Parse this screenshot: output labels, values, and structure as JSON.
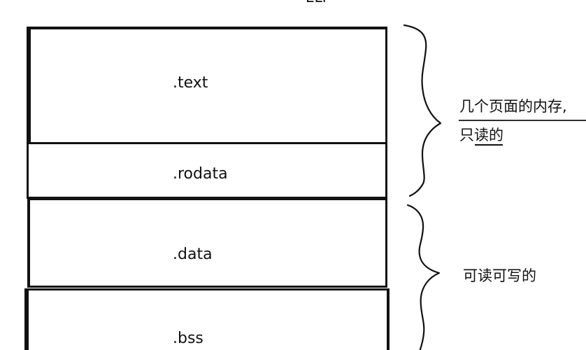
{
  "diagram": {
    "top_label": "ELF",
    "sections": [
      {
        "label": ".text"
      },
      {
        "label": ".rodata"
      },
      {
        "label": ".data"
      },
      {
        "label": ".bss"
      }
    ],
    "annotations": [
      {
        "line1": "几个页面的内存,",
        "line2": "只读的"
      },
      {
        "line1": "可读可写的"
      }
    ]
  }
}
